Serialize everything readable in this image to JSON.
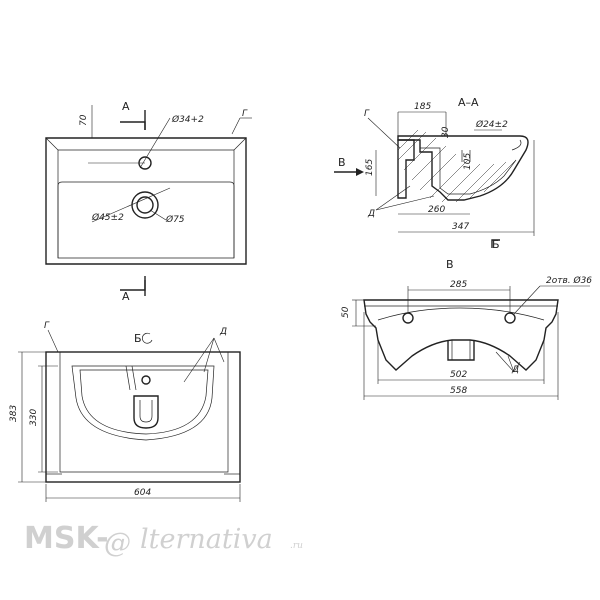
{
  "top_view": {
    "cut_marker": "А",
    "dim_70": "70",
    "hole_tap": "Ø34+2",
    "label_g": "Г",
    "dim_drain": "Ø45±2",
    "dim_75": "Ø75"
  },
  "section": {
    "title": "А–А",
    "dim_185": "185",
    "label_g": "Г",
    "dim_30": "30",
    "dim_hole": "Ø24±2",
    "view_b": "В",
    "dim_165": "165",
    "dim_105": "105",
    "label_d": "Д",
    "dim_260": "260",
    "dim_347": "347",
    "marker_b": "Б"
  },
  "side_view": {
    "view_label": "В",
    "dim_285": "285",
    "holes_note": "2отв. Ø36",
    "dim_50": "50",
    "dim_502": "502",
    "dim_558": "558",
    "label_d": "Д"
  },
  "front_view": {
    "label_g": "Г",
    "view_b": "Б",
    "label_d": "Д",
    "dim_383": "383",
    "dim_330": "330",
    "dim_604": "604"
  },
  "watermark": {
    "prefix": "MSK-",
    "at": "@",
    "suffix": "lternativa",
    "tld": ".ru"
  }
}
